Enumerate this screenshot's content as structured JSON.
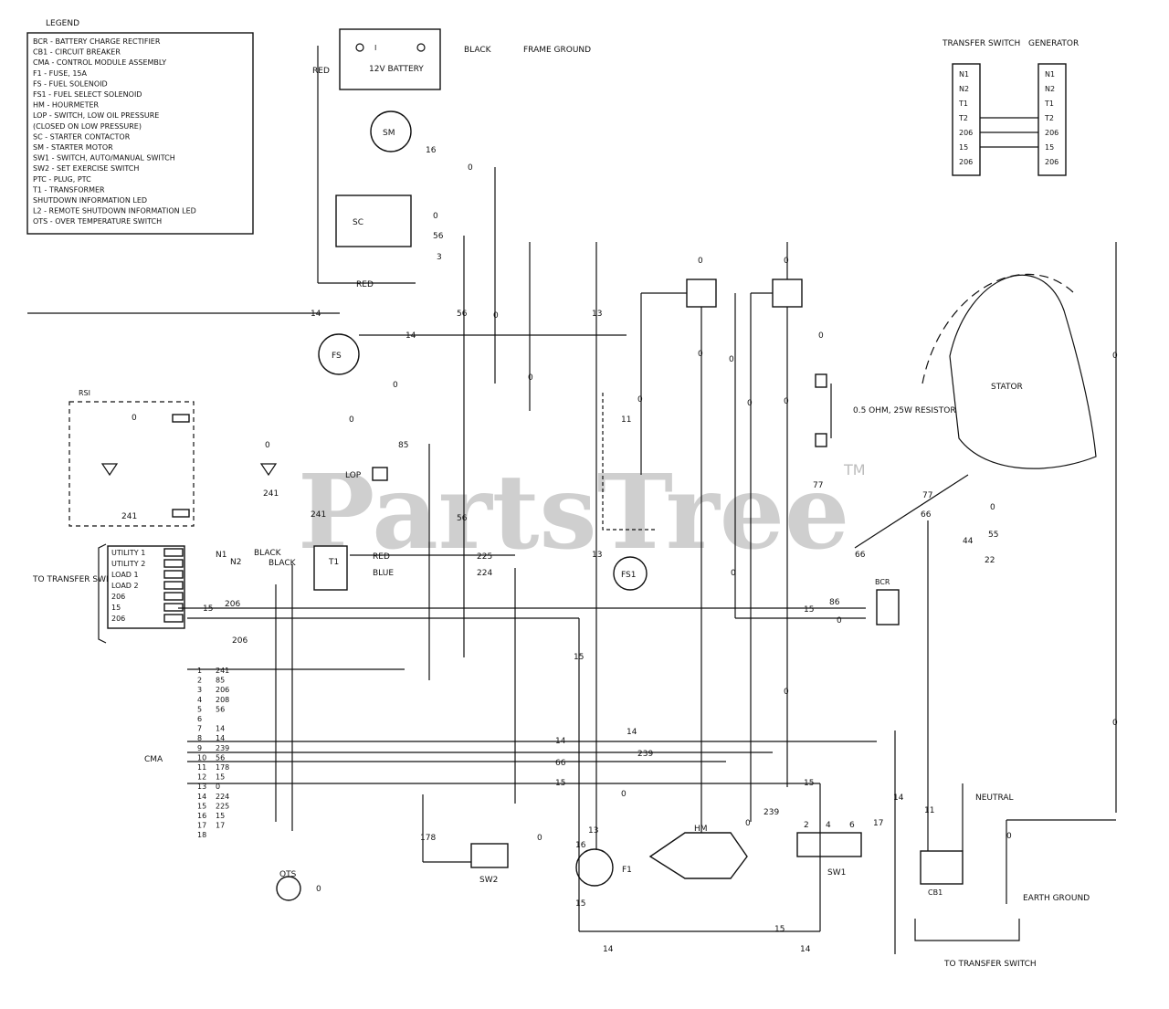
{
  "legend": {
    "title": "LEGEND",
    "items": [
      "BCR - BATTERY CHARGE RECTIFIER",
      "CB1 - CIRCUIT BREAKER",
      "CMA - CONTROL MODULE ASSEMBLY",
      "F1 - FUSE, 15A",
      "FS - FUEL SOLENOID",
      "FS1 - FUEL SELECT SOLENOID",
      "HM - HOURMETER",
      "LOP - SWITCH, LOW OIL PRESSURE",
      "(CLOSED ON LOW PRESSURE)",
      "SC - STARTER CONTACTOR",
      "SM - STARTER MOTOR",
      "SW1 - SWITCH, AUTO/MANUAL SWITCH",
      "SW2 - SET EXERCISE SWITCH",
      "PTC - PLUG, PTC",
      "T1 - TRANSFORMER",
      "SHUTDOWN INFORMATION LED",
      "L2 - REMOTE SHUTDOWN INFORMATION LED",
      "OTS - OVER TEMPERATURE SWITCH"
    ]
  },
  "battery": {
    "label": "12V BATTERY",
    "black": "BLACK",
    "red": "RED",
    "frame_ground": "FRAME GROUND"
  },
  "starter": {
    "sm": "SM",
    "sc": "SC",
    "red": "RED"
  },
  "fuel": {
    "fs": "FS",
    "fs1": "FS1"
  },
  "tsw": {
    "title": "TRANSFER SWITCH",
    "gen_title": "GENERATOR",
    "left": [
      "N1",
      "N2",
      "T1",
      "T2",
      "206",
      "15",
      "206"
    ],
    "right": [
      "N1",
      "N2",
      "T1",
      "T2",
      "206",
      "15",
      "206"
    ]
  },
  "stator": {
    "label": "STATOR"
  },
  "resistor": {
    "label": "0.5 OHM, 25W RESISTOR"
  },
  "led_box": {
    "title": "RSI"
  },
  "ts_block": {
    "side_label": "TO TRANSFER SWITCH",
    "rows": [
      "UTILITY 1",
      "UTILITY 2",
      "LOAD 1",
      "LOAD 2",
      "206",
      "15",
      "206"
    ],
    "n1": "N1",
    "n2": "N2",
    "black1": "BLACK",
    "black2": "BLACK"
  },
  "transformer": {
    "t1": "T1",
    "red": "RED",
    "blue": "BLUE"
  },
  "cma": {
    "label": "CMA",
    "pins": [
      "1",
      "2",
      "3",
      "4",
      "5",
      "6",
      "7",
      "8",
      "9",
      "10",
      "11",
      "12",
      "13",
      "14",
      "15",
      "16",
      "17",
      "18"
    ],
    "wires": [
      "241",
      "85",
      "206",
      "208",
      "56",
      "",
      "14",
      "14",
      "239",
      "56",
      "178",
      "15",
      "0",
      "224",
      "225",
      "15",
      "17",
      ""
    ]
  },
  "bottom": {
    "sw2": "SW2",
    "f1": "F1",
    "hm": "HM",
    "sw1": "SW1",
    "ots": "OTS",
    "neutral": "NEUTRAL",
    "earth": "EARTH GROUND",
    "to_transfer": "TO TRANSFER SWITCH",
    "cb1": "CB1"
  },
  "bcr": {
    "label": "BCR"
  },
  "lop": {
    "label": "LOP"
  },
  "watermark": {
    "text": "PartsTree",
    "tm": "TM"
  },
  "wires": {
    "w0": "0",
    "w13": "13",
    "w14": "14",
    "w15": "15",
    "w16": "16",
    "w56": "56",
    "w11": "11",
    "w17": "17",
    "w85": "85",
    "w86": "86",
    "w225": "225",
    "w224": "224",
    "w241": "241",
    "w239": "239",
    "w178": "178",
    "w77": "77",
    "w66": "66",
    "w55": "55",
    "w22": "22",
    "w44": "44",
    "w2": "2",
    "w4": "4",
    "w6": "6",
    "w206": "206",
    "w208": "208",
    "w3": "3"
  }
}
